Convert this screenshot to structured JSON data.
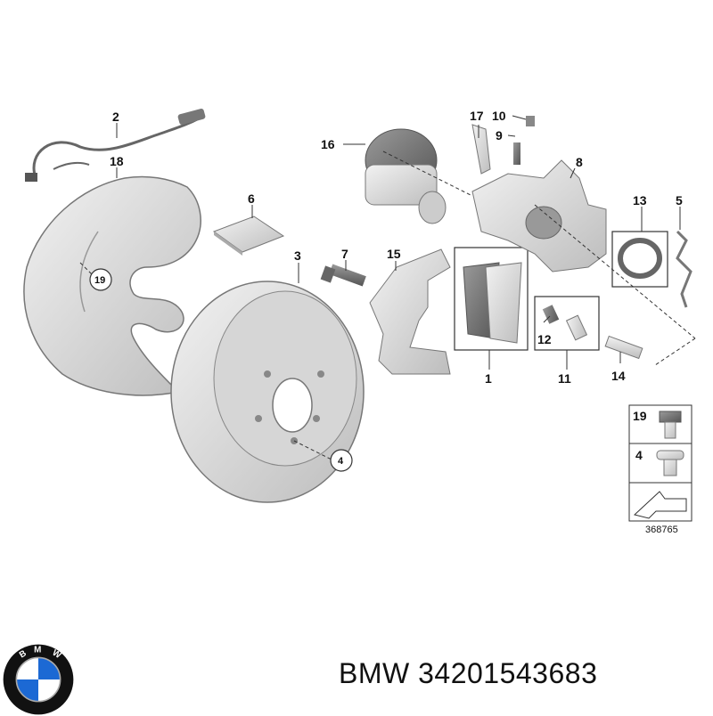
{
  "diagram": {
    "callouts": {
      "c1": "1",
      "c2": "2",
      "c3": "3",
      "c4": "4",
      "c5": "5",
      "c6": "6",
      "c7": "7",
      "c8": "8",
      "c9": "9",
      "c10": "10",
      "c11": "11",
      "c12": "12",
      "c13": "13",
      "c14": "14",
      "c15": "15",
      "c16": "16",
      "c17": "17",
      "c18": "18"
    },
    "circled": {
      "c19": "19",
      "c4": "4"
    },
    "legend": {
      "item19": "19",
      "item4": "4"
    },
    "image_number": "368765"
  },
  "caption": {
    "brand": "BMW",
    "part_number": "34201543683"
  },
  "logo": {
    "letters": "BMW",
    "colors": {
      "ring": "#111111",
      "blue": "#1c69d4",
      "white": "#ffffff"
    }
  }
}
